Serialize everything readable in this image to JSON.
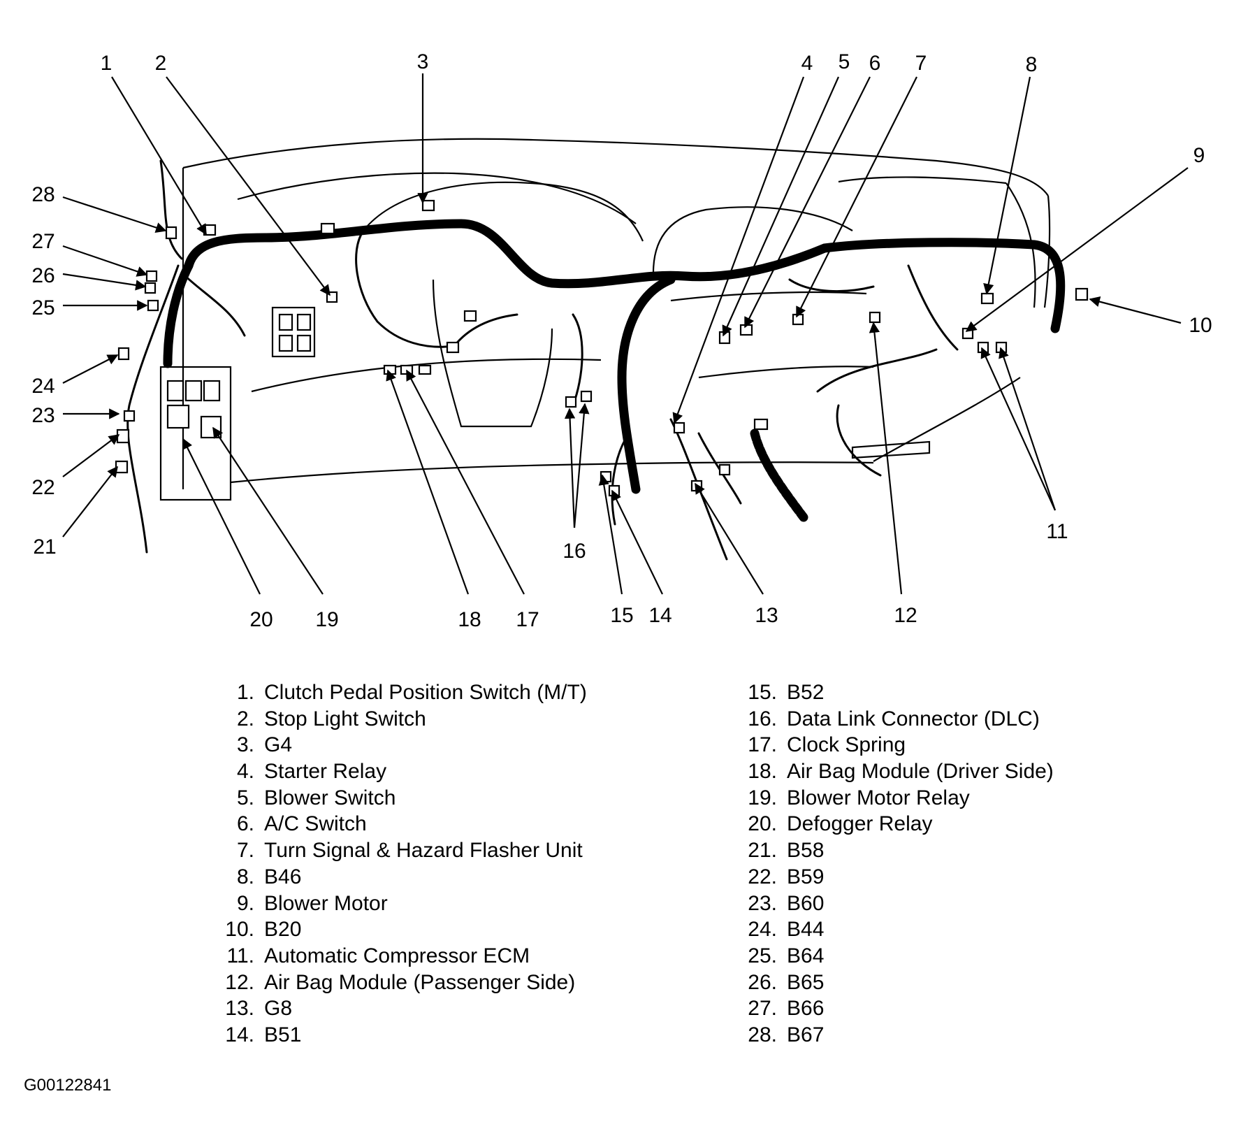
{
  "callouts": [
    "1",
    "2",
    "3",
    "4",
    "5",
    "6",
    "7",
    "8",
    "9",
    "10",
    "11",
    "12",
    "13",
    "14",
    "15",
    "16",
    "17",
    "18",
    "19",
    "20",
    "21",
    "22",
    "23",
    "24",
    "25",
    "26",
    "27",
    "28"
  ],
  "legend": {
    "left": [
      {
        "num": "1.",
        "label": "Clutch Pedal Position Switch (M/T)"
      },
      {
        "num": "2.",
        "label": "Stop Light Switch"
      },
      {
        "num": "3.",
        "label": "G4"
      },
      {
        "num": "4.",
        "label": "Starter Relay"
      },
      {
        "num": "5.",
        "label": "Blower Switch"
      },
      {
        "num": "6.",
        "label": "A/C Switch"
      },
      {
        "num": "7.",
        "label": "Turn Signal & Hazard Flasher Unit"
      },
      {
        "num": "8.",
        "label": "B46"
      },
      {
        "num": "9.",
        "label": "Blower Motor"
      },
      {
        "num": "10.",
        "label": "B20"
      },
      {
        "num": "11.",
        "label": "Automatic Compressor ECM"
      },
      {
        "num": "12.",
        "label": "Air Bag Module (Passenger Side)"
      },
      {
        "num": "13.",
        "label": "G8"
      },
      {
        "num": "14.",
        "label": "B51"
      }
    ],
    "right": [
      {
        "num": "15.",
        "label": "B52"
      },
      {
        "num": "16.",
        "label": "Data Link Connector (DLC)"
      },
      {
        "num": "17.",
        "label": "Clock Spring"
      },
      {
        "num": "18.",
        "label": "Air Bag Module (Driver Side)"
      },
      {
        "num": "19.",
        "label": "Blower Motor Relay"
      },
      {
        "num": "20.",
        "label": "Defogger Relay"
      },
      {
        "num": "21.",
        "label": "B58"
      },
      {
        "num": "22.",
        "label": "B59"
      },
      {
        "num": "23.",
        "label": "B60"
      },
      {
        "num": "24.",
        "label": "B44"
      },
      {
        "num": "25.",
        "label": "B64"
      },
      {
        "num": "26.",
        "label": "B65"
      },
      {
        "num": "27.",
        "label": "B66"
      },
      {
        "num": "28.",
        "label": "B67"
      }
    ]
  },
  "figure_id": "G00122841"
}
